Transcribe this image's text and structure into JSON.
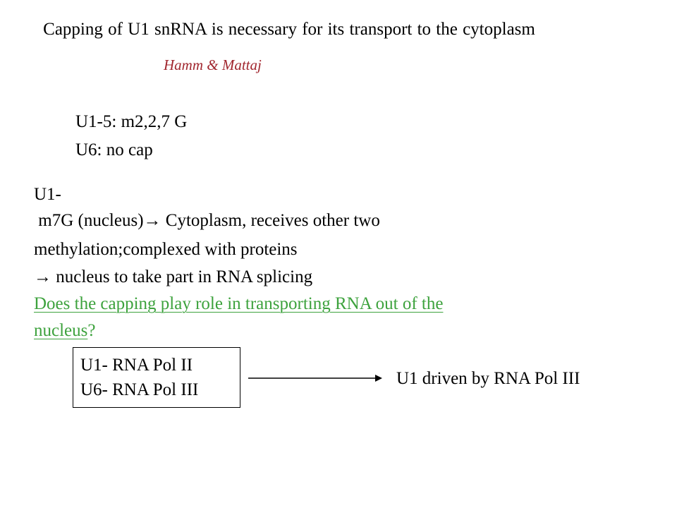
{
  "slide": {
    "title": "Capping of U1 snRNA is necessary for its transport to the cytoplasm",
    "author": "Hamm & Mattaj",
    "cap_list": [
      "U1-5: m2,2,7 G",
      "U6: no cap"
    ],
    "u1_paragraph": {
      "line1": "U1-",
      "line2": " m7G (nucleus)→ Cytoplasm, receives other two",
      "line3": "methylation;complexed with proteins",
      "line4": "→ nucleus to take part in RNA splicing"
    },
    "question": {
      "part1": "Does the capping play role in transporting RNA out of the",
      "part2": "nucleus",
      "end": "?"
    },
    "box_lines": [
      "U1- RNA Pol II",
      "U6- RNA Pol III"
    ],
    "arrow_result": "U1 driven by RNA Pol III"
  },
  "colors": {
    "author": "#a1272f",
    "question": "#3da23d",
    "text": "#000000"
  }
}
